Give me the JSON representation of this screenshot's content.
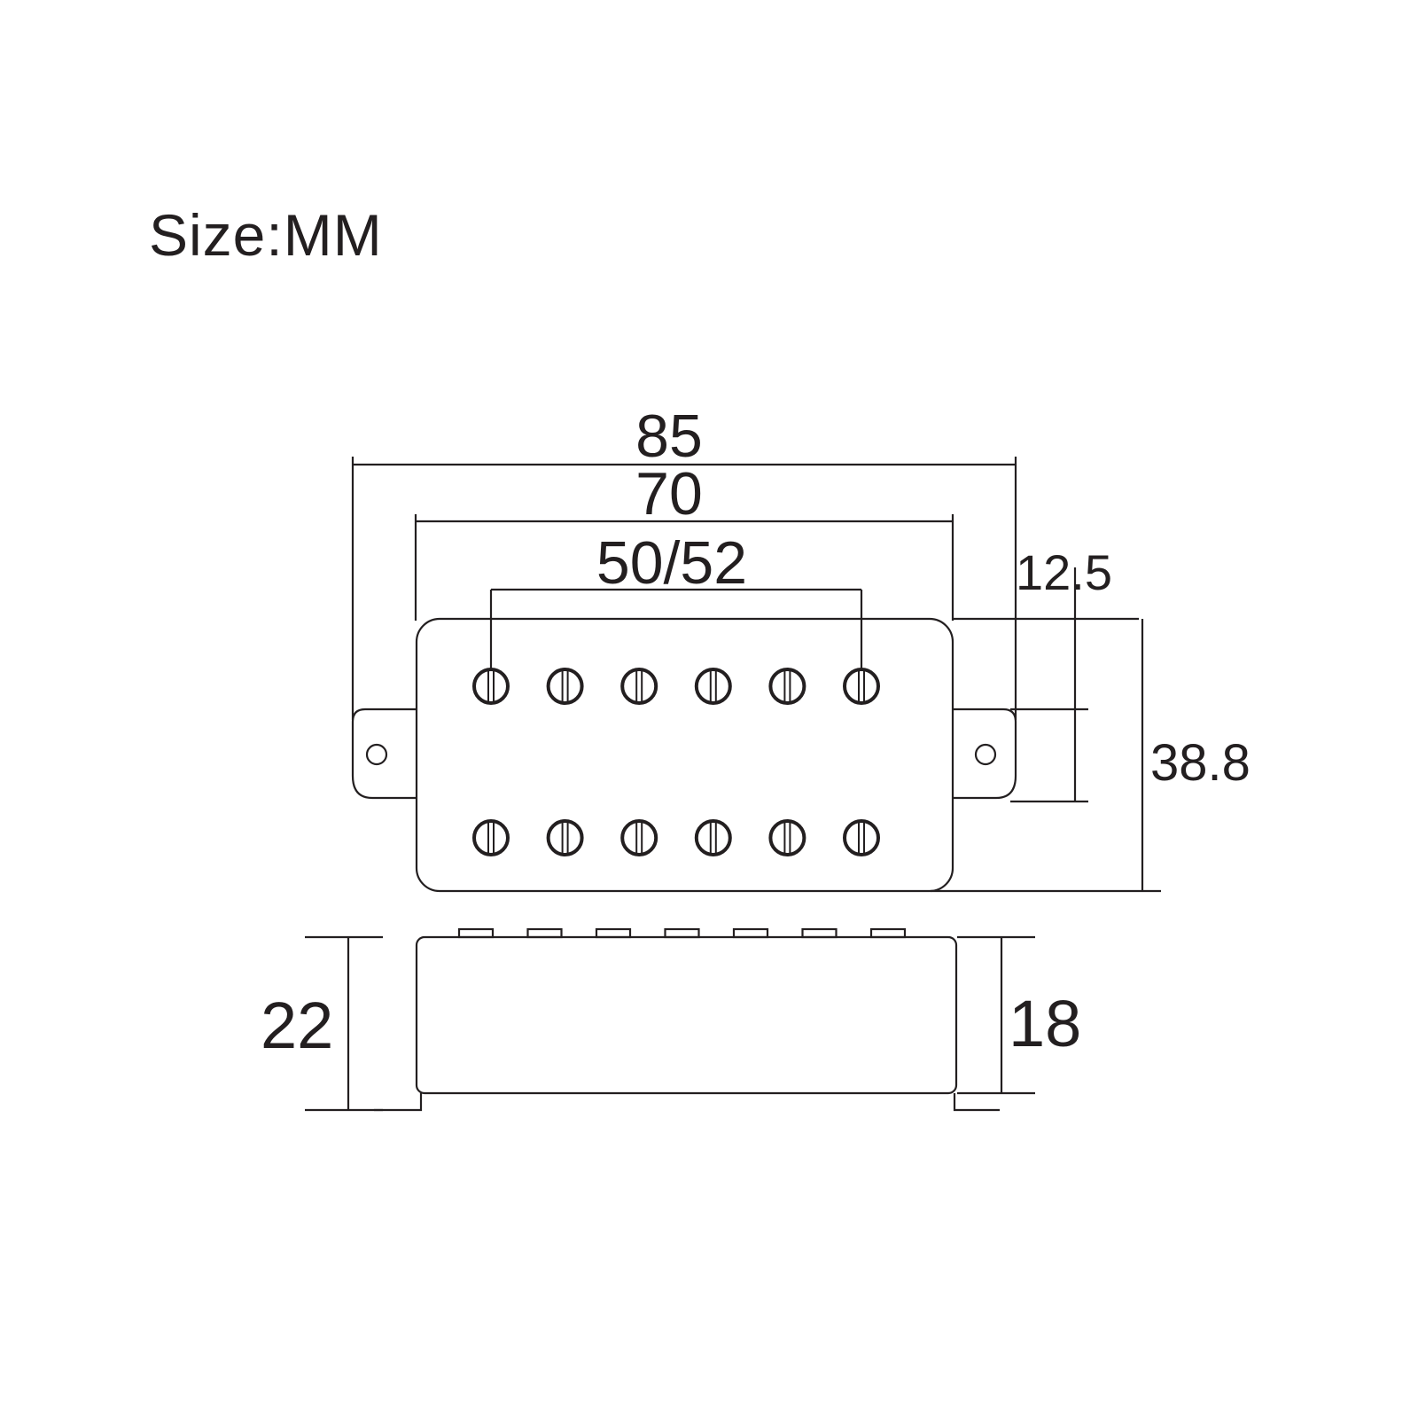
{
  "title": "Size:MM",
  "colors": {
    "line": "#231f20",
    "background": "#ffffff"
  },
  "dimensions": {
    "overall_length": "85",
    "cover_length": "70",
    "pole_spacing": "50/52",
    "mount_offset": "12.5",
    "cover_width": "38.8",
    "total_height": "22",
    "cover_height": "18"
  },
  "pickup": {
    "pole_columns": 6,
    "pole_rows": 2,
    "side_view_blocks": 7
  }
}
